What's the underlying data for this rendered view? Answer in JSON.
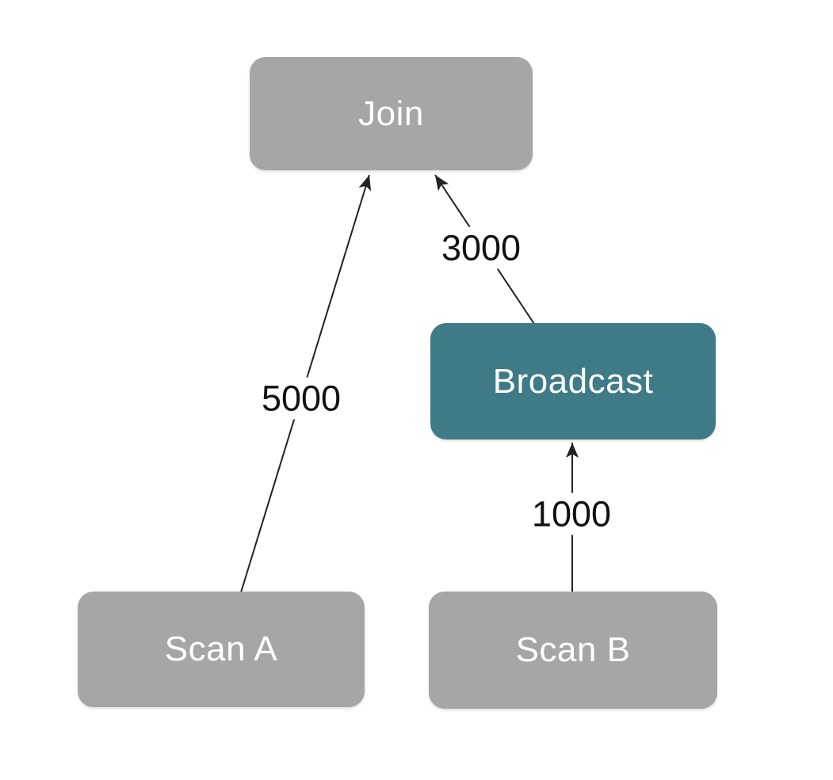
{
  "diagram": {
    "type": "query-plan-tree",
    "nodes": [
      {
        "id": "join",
        "label": "Join",
        "role": "join-operator",
        "color": "#a6a6a6"
      },
      {
        "id": "broadcast",
        "label": "Broadcast",
        "role": "broadcast-exchange",
        "color": "#3f7b87"
      },
      {
        "id": "scan-a",
        "label": "Scan A",
        "role": "table-scan",
        "color": "#a6a6a6"
      },
      {
        "id": "scan-b",
        "label": "Scan B",
        "role": "table-scan",
        "color": "#a6a6a6"
      }
    ],
    "edges": [
      {
        "from": "scan-a",
        "to": "join",
        "label": "5000"
      },
      {
        "from": "broadcast",
        "to": "join",
        "label": "3000"
      },
      {
        "from": "scan-b",
        "to": "broadcast",
        "label": "1000"
      }
    ],
    "colors": {
      "background": "#ffffff",
      "node_gray": "#a6a6a6",
      "node_teal": "#3f7b87",
      "node_text": "#ffffff",
      "edge_line": "#222222",
      "edge_label_text": "#111111"
    }
  }
}
